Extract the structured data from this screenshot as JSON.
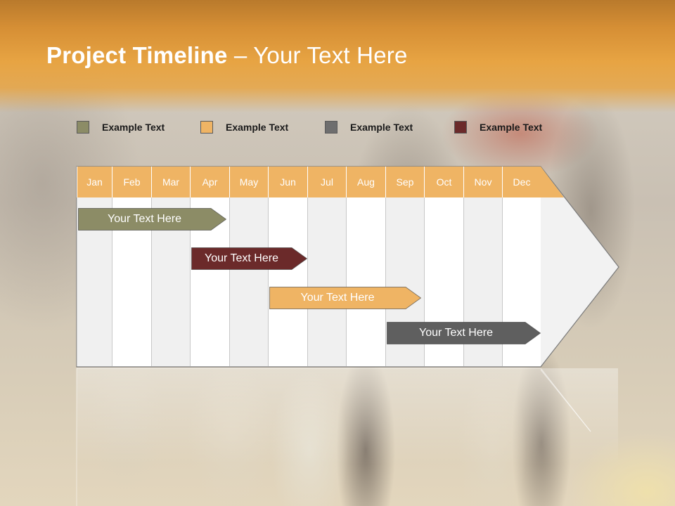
{
  "slide": {
    "title_bold": "Project Timeline",
    "title_rest": " – Your Text Here"
  },
  "legend": [
    {
      "label": "Example Text",
      "color": "#8c8c66"
    },
    {
      "label": "Example Text",
      "color": "#efb464"
    },
    {
      "label": "Example Text",
      "color": "#6e6e6e"
    },
    {
      "label": "Example Text",
      "color": "#6b2a2a"
    }
  ],
  "timeline": {
    "months": [
      "Jan",
      "Feb",
      "Mar",
      "Apr",
      "May",
      "Jun",
      "Jul",
      "Aug",
      "Sep",
      "Oct",
      "Nov",
      "Dec"
    ],
    "header_color": "#efb464",
    "tasks": [
      {
        "label": "Your  Text Here",
        "color": "#8c8c66",
        "start_month": "Jan",
        "end_month": "Apr"
      },
      {
        "label": "Your  Text Here",
        "color": "#6b2a2a",
        "start_month": "Apr",
        "end_month": "Jun"
      },
      {
        "label": "Your  Text Here",
        "color": "#efb464",
        "start_month": "Jun",
        "end_month": "Sep"
      },
      {
        "label": "Your  Text Here",
        "color": "#5f5f5f",
        "start_month": "Sep",
        "end_month": "Dec"
      }
    ]
  }
}
